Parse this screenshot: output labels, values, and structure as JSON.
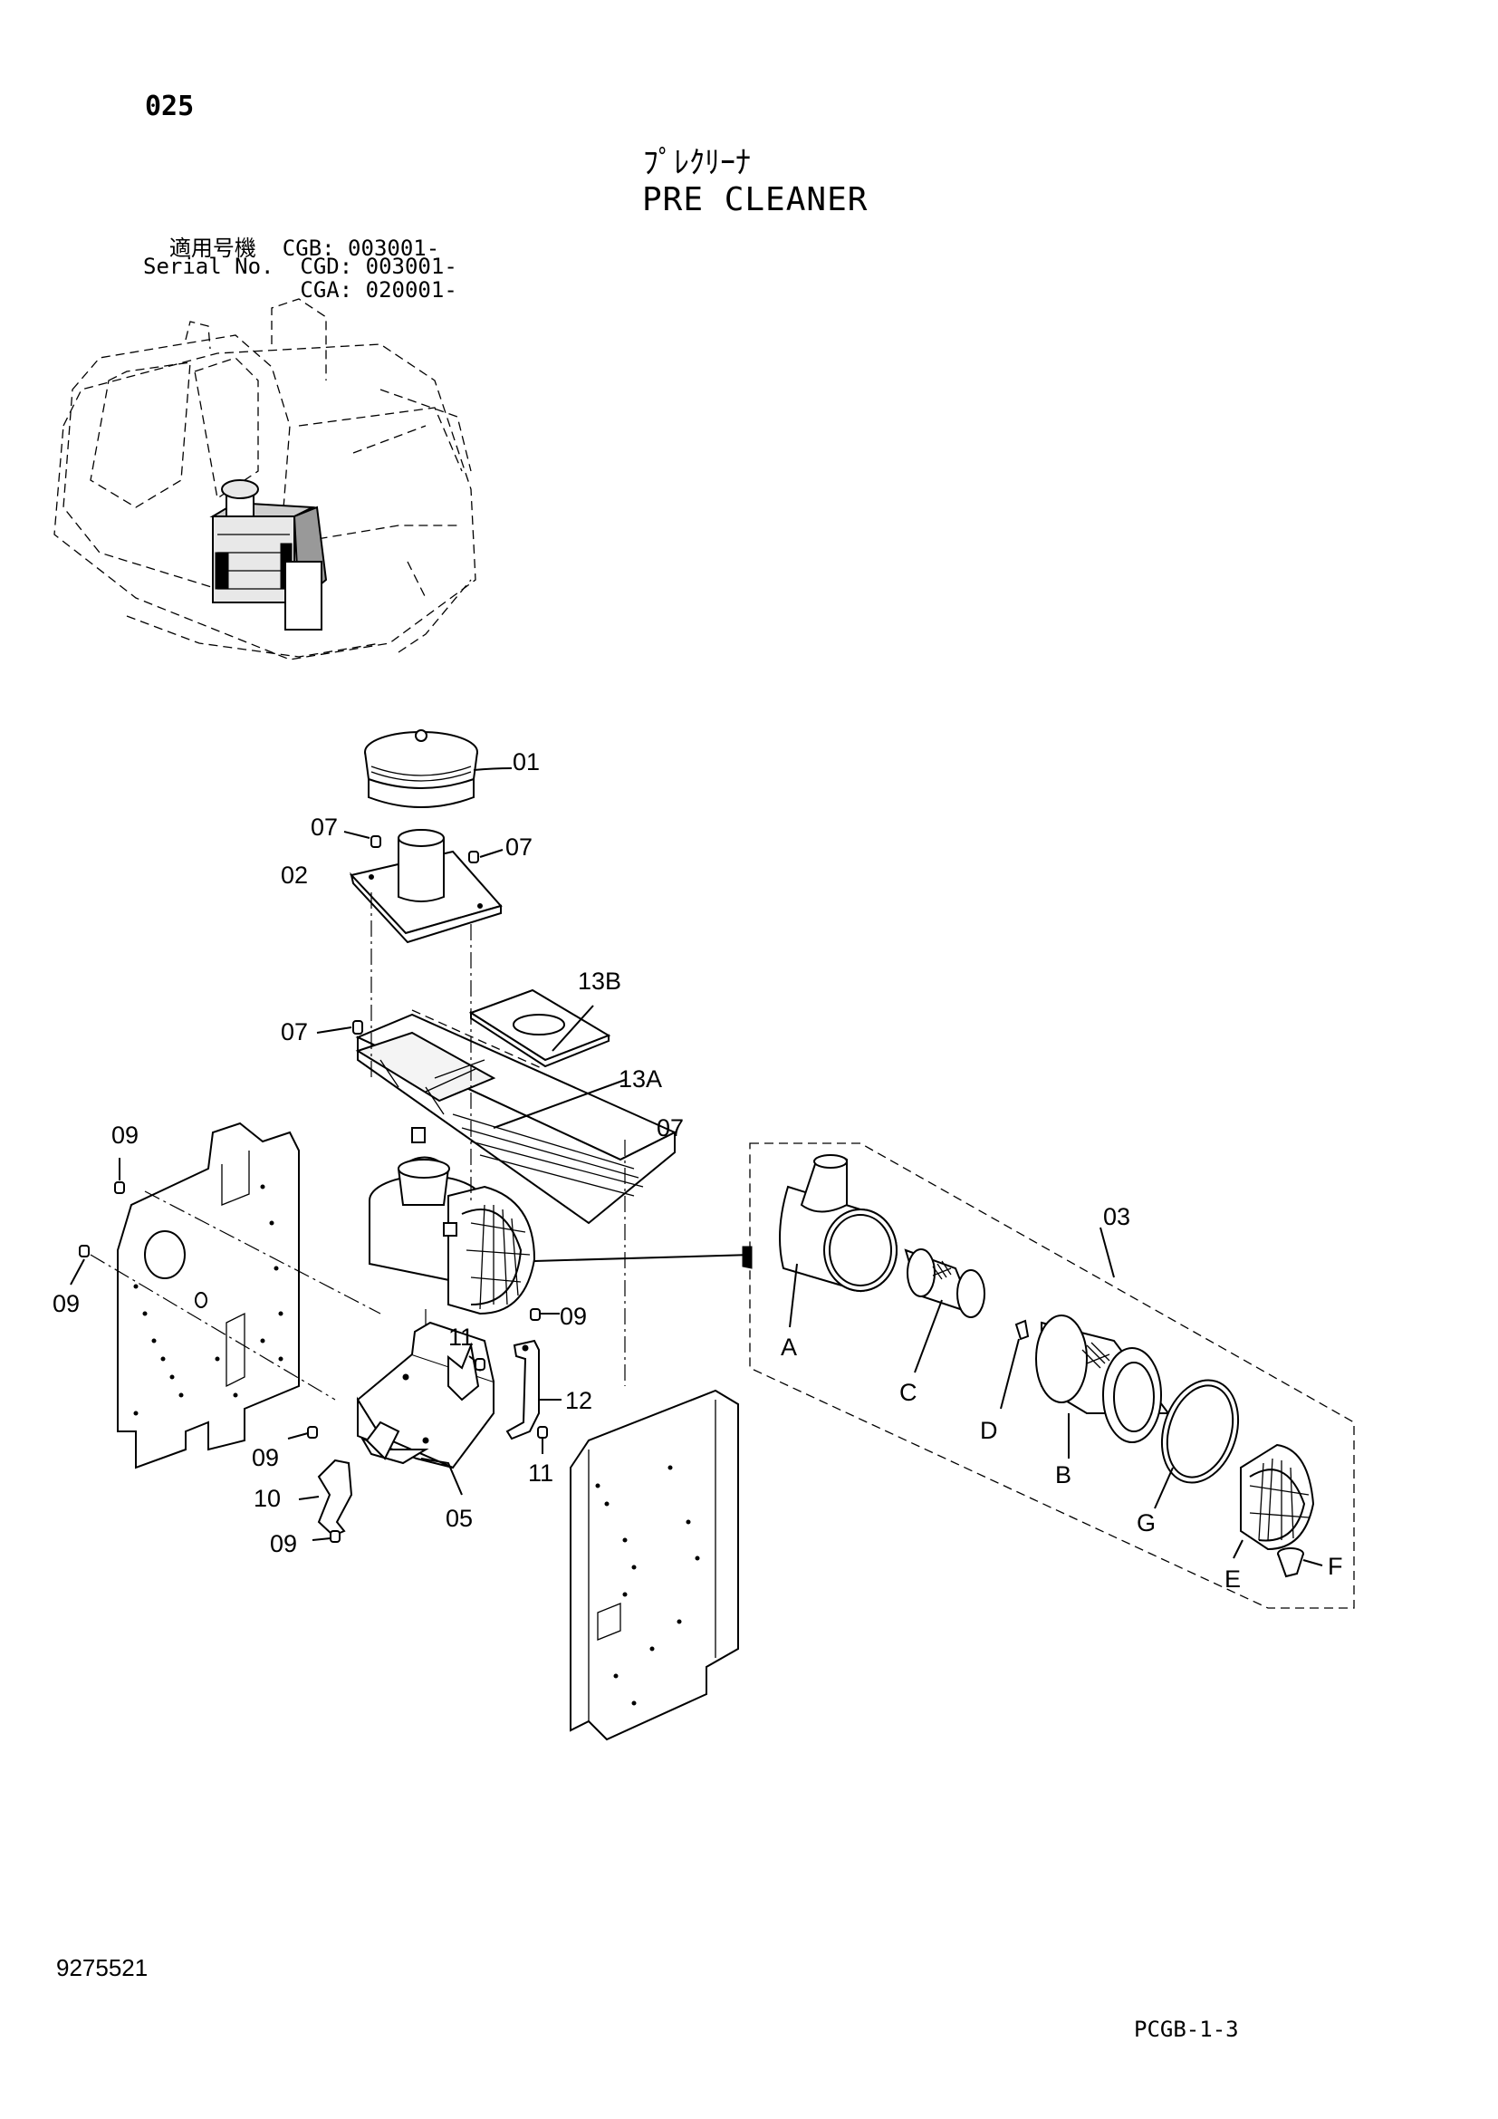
{
  "header": {
    "page_number": "025",
    "title_jp": "ﾌﾟﾚｸﾘｰﾅ",
    "title_en": "PRE CLEANER",
    "serials": [
      "  適用号機  CGB: 003001-",
      "Serial No.  CGD: 003001-",
      "            CGA: 020001-"
    ]
  },
  "footer": {
    "doc_code": "9275521",
    "sheet_code": "PCGB-1-3"
  },
  "callouts": {
    "c01": "01",
    "c02": "02",
    "c03": "03",
    "c05": "05",
    "c07a": "07",
    "c07b": "07",
    "c07c": "07",
    "c07d": "07",
    "c09a": "09",
    "c09b": "09",
    "c09c": "09",
    "c09d": "09",
    "c09e": "09",
    "c10": "10",
    "c11a": "11",
    "c11b": "11",
    "c12": "12",
    "c13a": "13A",
    "c13b": "13B",
    "cA": "A",
    "cB": "B",
    "cC": "C",
    "cD": "D",
    "cE": "E",
    "cF": "F",
    "cG": "G"
  }
}
